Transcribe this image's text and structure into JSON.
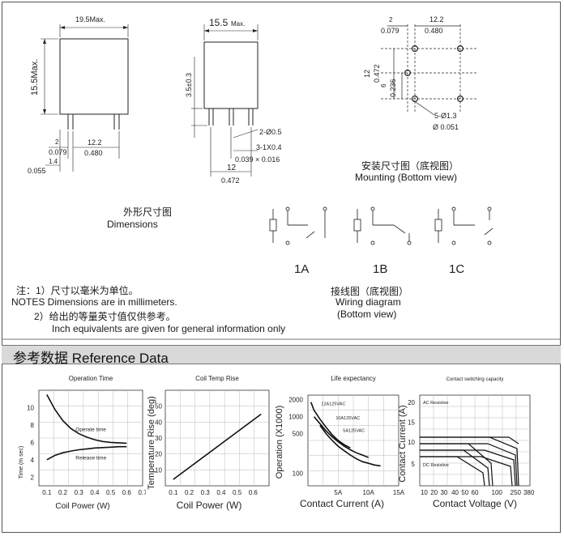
{
  "dims": {
    "width_max": "19.5Max.",
    "height_max": "15.5Max.",
    "pin_gap": "2",
    "pin_gap_in": "0.079",
    "pin_pitch": "12.2",
    "pin_pitch_in": "0.480",
    "pin_edge": "1.4",
    "pin_edge_in": "0.055",
    "side_width": "15.5",
    "side_width_suffix": "Max.",
    "pin_len": "3.5±0.3",
    "pin_dia": "2-Ø0.5",
    "pin_rect": "3-1X0.4",
    "pin_rect_in": "0.039 × 0.016",
    "side_pitch": "12",
    "side_pitch_in": "0.472",
    "title_cn": "外形尺寸图",
    "title_en": "Dimensions"
  },
  "mounting": {
    "gap": "2",
    "gap_in": "0.079",
    "pitch": "12.2",
    "pitch_in": "0.480",
    "v_pitch": "12",
    "v_pitch_in": "0.472",
    "v_half": "6",
    "v_half_in": "0.236",
    "hole": "5-Ø1.3",
    "hole_in": "Ø 0.051",
    "title_cn": "安装尺寸图（底视图）",
    "title_en": "Mounting (Bottom view)"
  },
  "wiring": {
    "labels": [
      "1A",
      "1B",
      "1C"
    ],
    "title_cn": "接线图（底视图）",
    "title_en": "Wiring diagram",
    "title_en2": "(Bottom view)"
  },
  "notes": {
    "line1_cn": "注：1）尺寸以毫米为单位。",
    "line1_en": "NOTES   Dimensions are in millimeters.",
    "line2_cn": "2）给出的等量英寸值仅供参考。",
    "line2_en": "Inch equivalents are given for general information only"
  },
  "reference": {
    "title": "参考数据 Reference Data"
  },
  "chart_data": [
    {
      "type": "line",
      "title": "Operation Time",
      "xlabel": "Coil Power (W)",
      "ylabel": "Time (m sec)",
      "xticks": [
        "0.1",
        "0.2",
        "0.3",
        "0.4",
        "0.5",
        "0.6",
        "0.7"
      ],
      "yticks": [
        "2",
        "4",
        "6",
        "8",
        "10"
      ],
      "xlim": [
        0.05,
        0.7
      ],
      "ylim": [
        1,
        12
      ],
      "series": [
        {
          "name": "Operate time",
          "x": [
            0.1,
            0.15,
            0.2,
            0.25,
            0.3,
            0.35,
            0.4,
            0.45,
            0.5,
            0.55,
            0.6
          ],
          "y": [
            11.5,
            9.8,
            8.5,
            7.6,
            7.0,
            6.6,
            6.3,
            6.1,
            6.0,
            5.95,
            5.9
          ]
        },
        {
          "name": "Release time",
          "x": [
            0.1,
            0.15,
            0.2,
            0.25,
            0.3,
            0.35,
            0.4,
            0.45,
            0.5,
            0.55,
            0.6
          ],
          "y": [
            4.0,
            4.5,
            4.8,
            5.0,
            5.15,
            5.25,
            5.35,
            5.4,
            5.45,
            5.5,
            5.5
          ]
        }
      ]
    },
    {
      "type": "line",
      "title": "Coil Temp Rise",
      "xlabel": "Coil Power (W)",
      "ylabel": "Temperature Rise (deg)",
      "xticks": [
        "0.1",
        "0.2",
        "0.3",
        "0.4",
        "0.5",
        "0.6"
      ],
      "yticks": [
        "10",
        "20",
        "30",
        "40",
        "50"
      ],
      "xlim": [
        0.05,
        0.7
      ],
      "ylim": [
        0,
        60
      ],
      "series": [
        {
          "name": "",
          "x": [
            0.1,
            0.65
          ],
          "y": [
            4,
            45
          ]
        }
      ]
    },
    {
      "type": "line",
      "title": "Life expectancy",
      "xlabel": "Contact Current (A)",
      "ylabel": "Operation (X1000)",
      "xticks": [
        "5A",
        "10A",
        "15A"
      ],
      "yticks": [
        "100",
        "500",
        "1000",
        "2000"
      ],
      "xlim": [
        0,
        15
      ],
      "ylim": [
        0,
        2000
      ],
      "series": [
        {
          "name": "12A125VAC",
          "x": [
            0.5,
            1,
            2,
            3,
            4,
            5,
            6,
            7
          ],
          "y": [
            1800,
            1300,
            900,
            650,
            480,
            380,
            320,
            280
          ]
        },
        {
          "name": "10A125VAC",
          "x": [
            1,
            2,
            3,
            4,
            5,
            6,
            7,
            8,
            9,
            10
          ],
          "y": [
            1000,
            750,
            560,
            440,
            360,
            300,
            260,
            230,
            210,
            190
          ]
        },
        {
          "name": "5A125VAC",
          "x": [
            2,
            3,
            4,
            5,
            6,
            7,
            8,
            9,
            10,
            11,
            12
          ],
          "y": [
            700,
            500,
            380,
            300,
            250,
            210,
            180,
            160,
            150,
            140,
            135
          ]
        }
      ]
    },
    {
      "type": "line",
      "title": "Contact switching capacity",
      "xlabel": "Contact Voltage (V)",
      "ylabel": "Contact Current (A)",
      "xticks": [
        "10",
        "20",
        "30",
        "40",
        "50",
        "60",
        "100",
        "250",
        "380"
      ],
      "yticks": [
        "5",
        "10",
        "15",
        "20"
      ],
      "annotations": [
        "AC Resistive",
        "DC Resistive"
      ]
    }
  ]
}
